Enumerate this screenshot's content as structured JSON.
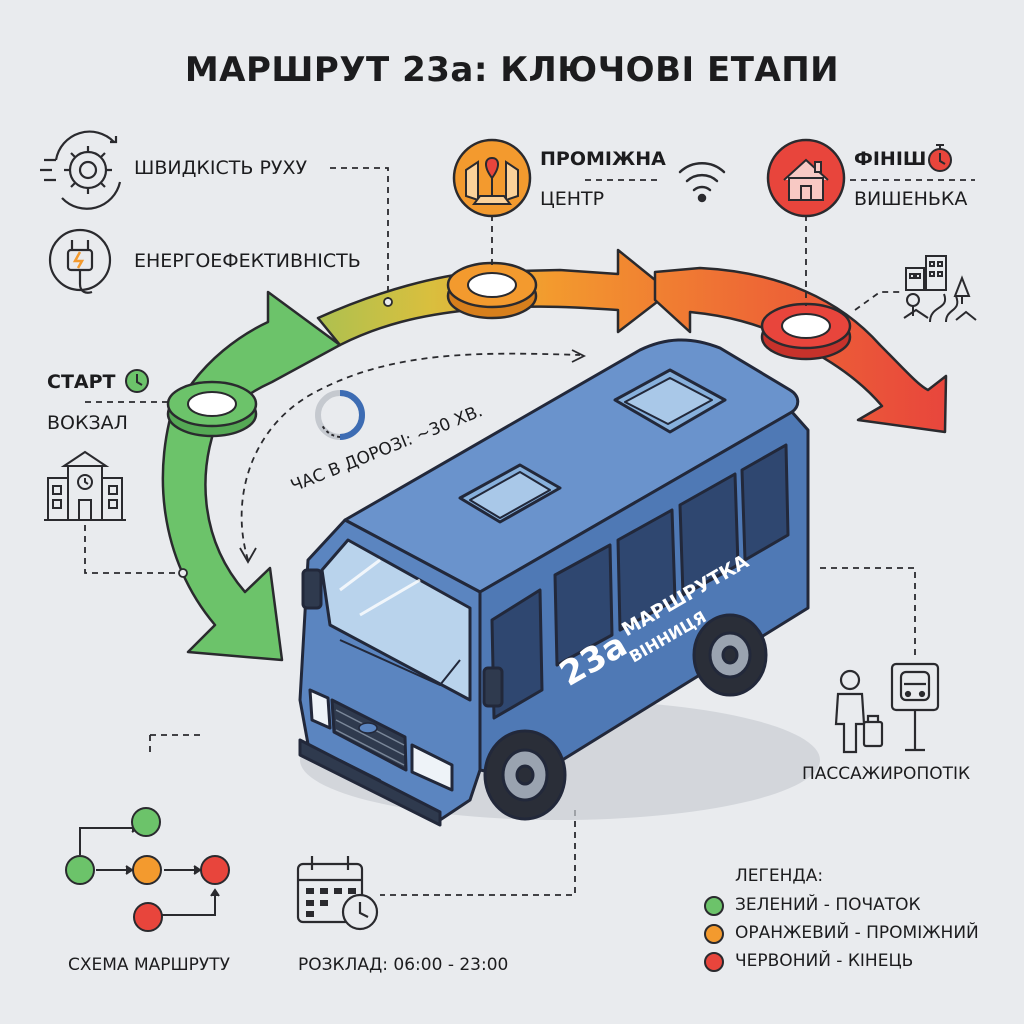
{
  "title": "МАРШРУТ 23а: КЛЮЧОВІ ЕТАПИ",
  "features": {
    "speed": "ШВИДКІСТЬ РУХУ",
    "energy": "ЕНЕРГОЕФЕКТИВНІСТЬ"
  },
  "stops": {
    "start": {
      "label": "СТАРТ",
      "name": "ВОКЗАЛ",
      "color": "#6cc36a"
    },
    "middle": {
      "label": "ПРОМІЖНА",
      "name": "ЦЕНТР",
      "color": "#f39a2e"
    },
    "finish": {
      "label": "ФІНІШ",
      "name": "ВИШЕНЬКА",
      "color": "#e8453c"
    }
  },
  "travel_time": "ЧАС В ДОРОЗІ: ~30 ХВ.",
  "bus": {
    "number": "23а",
    "line1": "МАРШРУТКА",
    "line2": "ВІННИЦЯ",
    "color": "#5b85c0"
  },
  "passenger_flow": "ПАССАЖИРОПОТІК",
  "route_scheme": "СХЕМА МАРШРУТУ",
  "schedule": "РОЗКЛАД: 06:00 - 23:00",
  "legend": {
    "title": "ЛЕГЕНДА:",
    "items": [
      {
        "text": "ЗЕЛЕНИЙ - ПОЧАТОК",
        "color": "#6cc36a"
      },
      {
        "text": "ОРАНЖЕВИЙ - ПРОМІЖНИЙ",
        "color": "#f39a2e"
      },
      {
        "text": "ЧЕРВОНИЙ - КІНЕЦЬ",
        "color": "#e8453c"
      }
    ]
  }
}
